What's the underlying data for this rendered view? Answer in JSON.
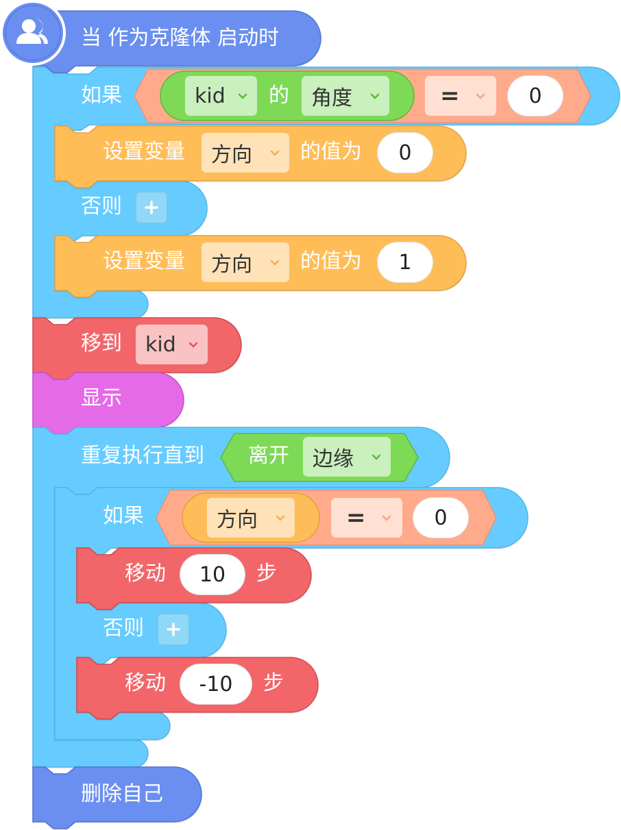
{
  "hat": {
    "label": "当 作为克隆体 启动时",
    "icon": "users-icon"
  },
  "if1": {
    "if_label": "如果",
    "sprite": "kid",
    "of_label": "的",
    "property": "角度",
    "operator": "=",
    "value": "0",
    "then": {
      "label": "设置变量",
      "variable": "方向",
      "suffix": "的值为",
      "value": "0"
    },
    "else_label": "否则",
    "else": {
      "label": "设置变量",
      "variable": "方向",
      "suffix": "的值为",
      "value": "1"
    }
  },
  "move_to": {
    "label": "移到",
    "target": "kid"
  },
  "show": {
    "label": "显示"
  },
  "repeat": {
    "label": "重复执行直到",
    "condition_label": "离开",
    "condition_value": "边缘",
    "inner_if": {
      "if_label": "如果",
      "variable": "方向",
      "operator": "=",
      "value": "0",
      "then": {
        "label": "移动",
        "steps": "10",
        "unit": "步"
      },
      "else_label": "否则",
      "else": {
        "label": "移动",
        "steps": "-10",
        "unit": "步"
      }
    }
  },
  "delete_clone": {
    "label": "删除自己"
  },
  "colors": {
    "event": "#6b8ff0",
    "control": "#66ccff",
    "variable": "#ffbd59",
    "motion": "#f2666a",
    "looks": "#e56ae8",
    "sensing": "#7ed957",
    "operator": "#ffab8b"
  }
}
